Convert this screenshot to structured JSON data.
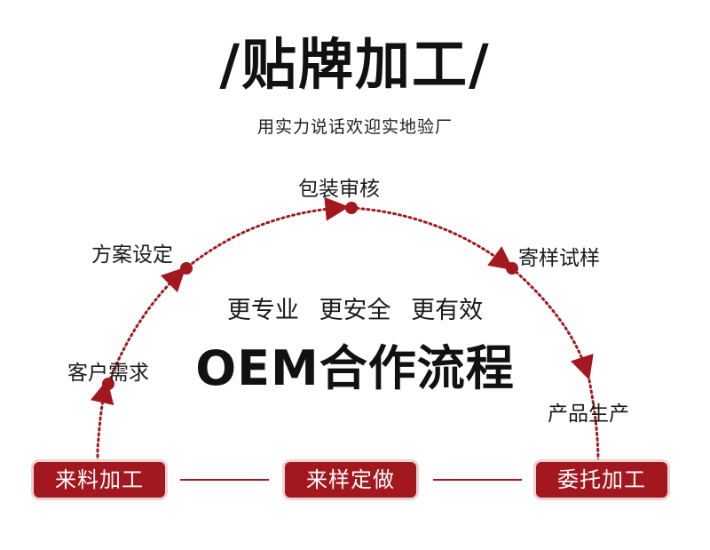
{
  "header": {
    "title": "/贴牌加工/",
    "subtitle": "用实力说话欢迎实地验厂"
  },
  "process": {
    "steps": [
      "客户需求",
      "方案设定",
      "包装审核",
      "寄样试样",
      "产品生产"
    ],
    "slogan": [
      "更专业",
      "更安全",
      "更有效"
    ],
    "center_title": "OEM合作流程"
  },
  "modes": {
    "items": [
      "来料加工",
      "来样定做",
      "委托加工"
    ]
  },
  "colors": {
    "accent": "#a3171f",
    "text": "#1a1a1a",
    "background": "#ffffff"
  }
}
